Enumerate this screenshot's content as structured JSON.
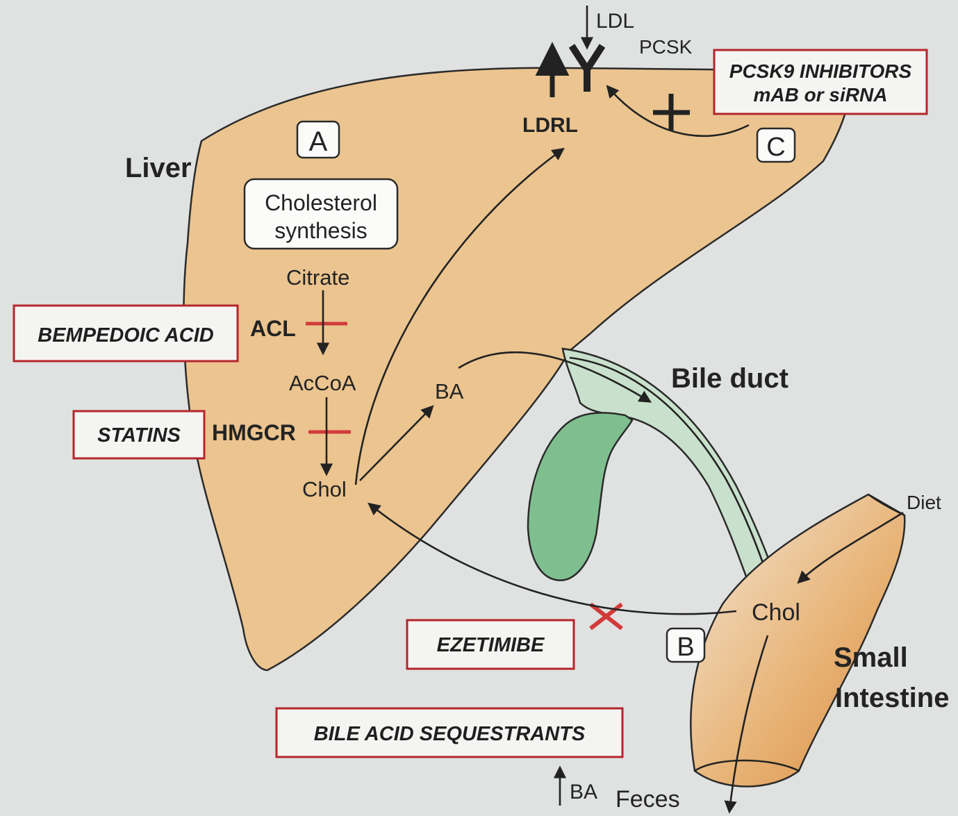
{
  "colors": {
    "background": "#dfe2e1",
    "liver": "#ebc48f",
    "bile_duct": "#c9e1cc",
    "gallbladder": "#7fbf8f",
    "intestine": "#e9b77c",
    "drug_box_border": "#b5252b",
    "inhibition_mark": "#d23a3a"
  },
  "labels": {
    "liver": "Liver",
    "bile_duct": "Bile duct",
    "small_intestine_line1": "Small",
    "small_intestine_line2": "Intestine",
    "ldl": "LDL",
    "pcsk": "PCSK",
    "ldlr": "LDRL",
    "plus": "+",
    "box_a": "A",
    "box_b": "B",
    "box_c": "C",
    "synthesis_line1": "Cholesterol",
    "synthesis_line2": "synthesis",
    "citrate": "Citrate",
    "acl": "ACL",
    "accoa": "AcCoA",
    "hmgcr": "HMGCR",
    "chol_liver": "Chol",
    "ba_liver": "BA",
    "chol_intestine": "Chol",
    "diet": "Diet",
    "ba_feces": "BA",
    "feces": "Feces"
  },
  "drugs": {
    "pcsk9_line1": "PCSK9 INHIBITORS",
    "pcsk9_line2": "mAB or siRNA",
    "bempedoic": "BEMPEDOIC ACID",
    "statins": "STATINS",
    "ezetimibe": "EZETIMIBE",
    "bile_acid_sequestrants": "BILE ACID SEQUESTRANTS"
  }
}
